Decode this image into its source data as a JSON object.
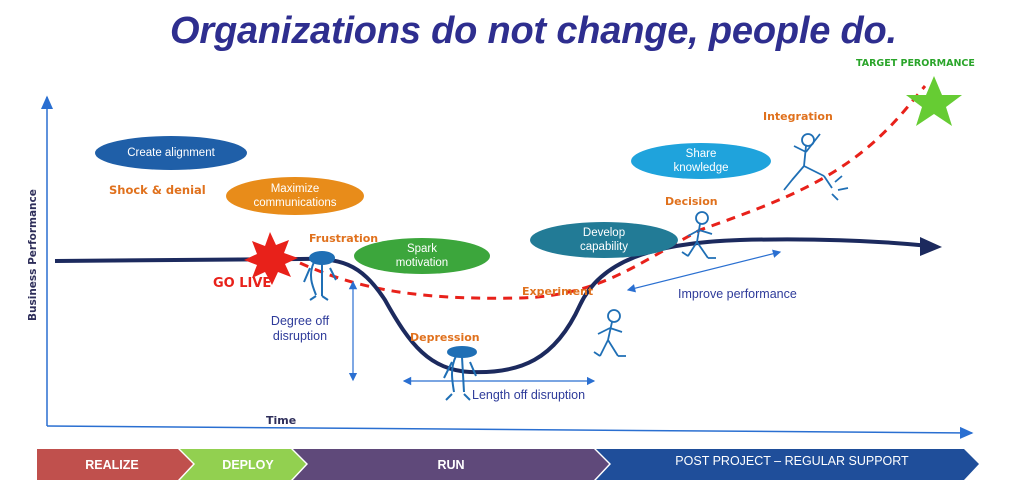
{
  "title": "Organizations do not change, people do.",
  "target_label": "TARGET PERORMANCE",
  "y_axis_label": "Business  Performance",
  "x_axis_label": "Time",
  "go_live": "GO LIVE",
  "stages": {
    "shock": "Shock & denial",
    "frustration": "Frustration",
    "depression": "Depression",
    "experiment": "Experiment",
    "decision": "Decision",
    "integration": "Integration"
  },
  "actions": {
    "create_alignment": "Create alignment",
    "maximize_1": "Maximize",
    "maximize_2": "communications",
    "spark_1": "Spark",
    "spark_2": "motivation",
    "develop_1": "Develop",
    "develop_2": "capability",
    "share_1": "Share",
    "share_2": "knowledge"
  },
  "annotations": {
    "degree_1": "Degree off",
    "degree_2": "disruption",
    "length": "Length off disruption",
    "improve": "Improve performance"
  },
  "phases": [
    {
      "label": "REALIZE",
      "color": "#c0504d"
    },
    {
      "label": "DEPLOY",
      "color": "#92d050"
    },
    {
      "label": "RUN",
      "color": "#5f497a"
    },
    {
      "label": "POST PROJECT – REGULAR SUPPORT",
      "color": "#1f4e9a"
    }
  ],
  "colors": {
    "curve": "#1c2a5e",
    "target_curve": "#e8211a",
    "star": "#66cc33",
    "burst": "#e8211a",
    "axis": "#2a6fd1",
    "figure": "#1f6fb5"
  }
}
